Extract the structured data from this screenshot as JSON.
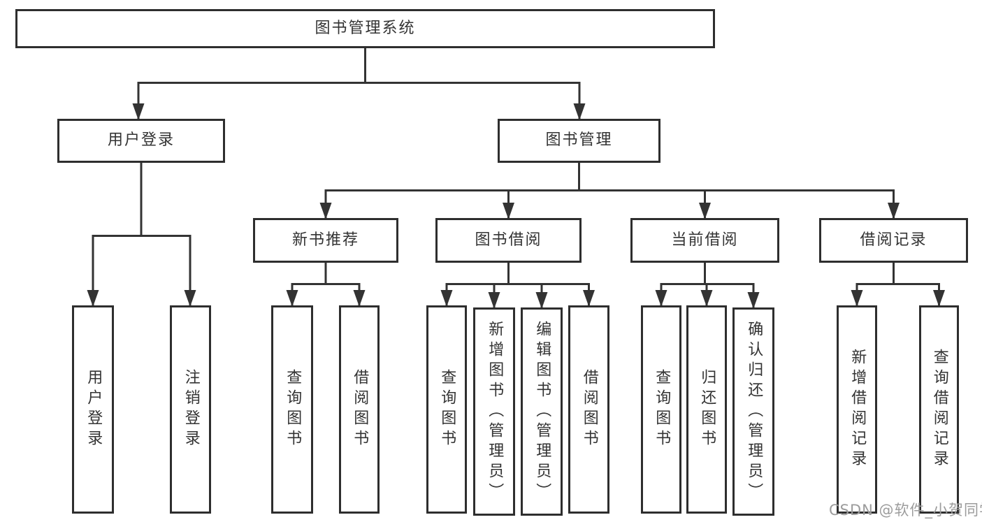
{
  "colors": {
    "line": "#333333",
    "box_border": "#2e2e2e",
    "text": "#333333",
    "watermark_text": "#9c9c9c",
    "background": "#ffffff"
  },
  "diagram": {
    "root": {
      "label": "图书管理系统"
    },
    "branches": [
      {
        "label": "用户登录",
        "children": [
          {
            "label": "用户登录"
          },
          {
            "label": "注销登录"
          }
        ]
      },
      {
        "label": "图书管理",
        "children": [
          {
            "label": "新书推荐",
            "children": [
              {
                "label": "查询图书"
              },
              {
                "label": "借阅图书"
              }
            ]
          },
          {
            "label": "图书借阅",
            "children": [
              {
                "label": "查询图书"
              },
              {
                "label": "新增图书（管理员）"
              },
              {
                "label": "编辑图书（管理员）"
              },
              {
                "label": "借阅图书"
              }
            ]
          },
          {
            "label": "当前借阅",
            "children": [
              {
                "label": "查询图书"
              },
              {
                "label": "归还图书"
              },
              {
                "label": "确认归还（管理员）"
              }
            ]
          },
          {
            "label": "借阅记录",
            "children": [
              {
                "label": "新增借阅记录"
              },
              {
                "label": "查询借阅记录"
              }
            ]
          }
        ]
      }
    ]
  },
  "watermark": {
    "text": "CSDN @软件_小贺同学"
  }
}
